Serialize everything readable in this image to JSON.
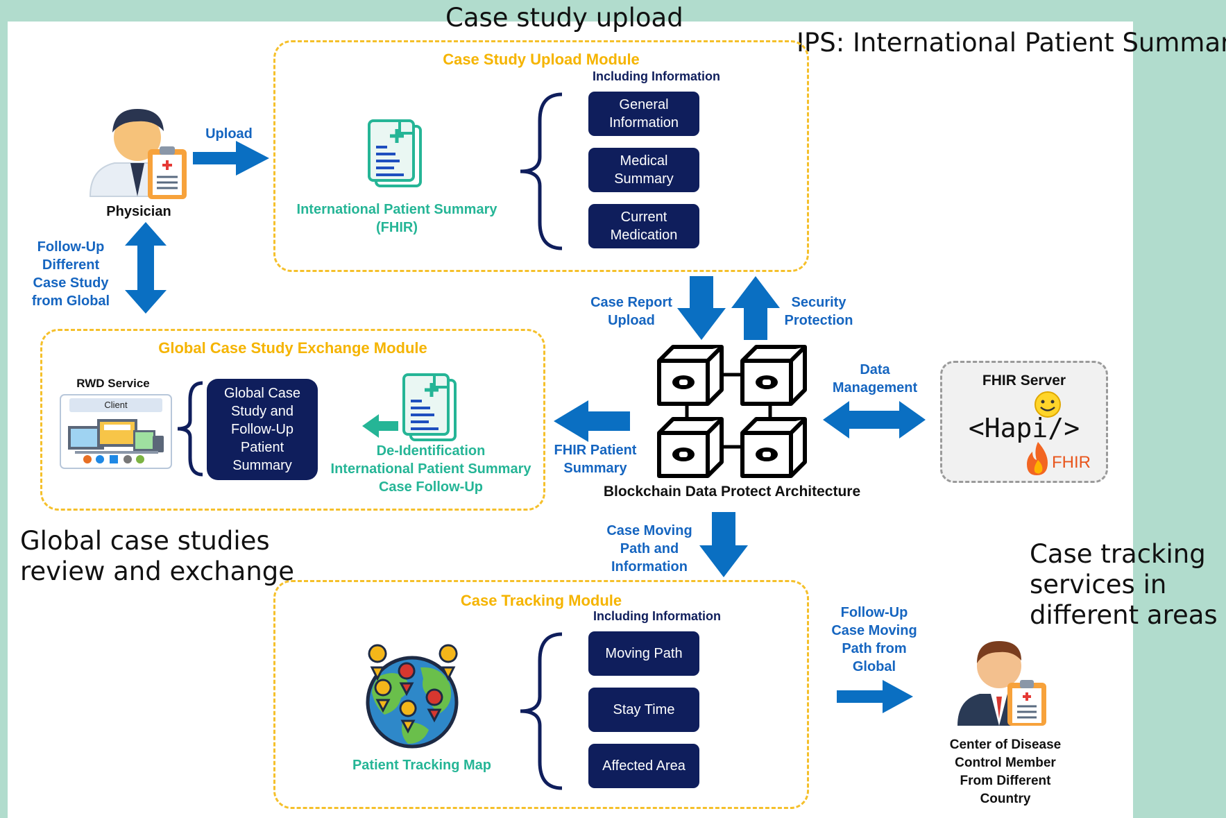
{
  "annotations": {
    "top_title": "Case study upload",
    "ips_note": "IPS: International Patient Summary",
    "global_review": "Global case studies\nreview and exchange",
    "tracking_services": "Case tracking\nservices in\ndifferent areas"
  },
  "physician": {
    "label": "Physician"
  },
  "arrows": {
    "upload": "Upload",
    "follow_up_global": "Follow-Up\nDifferent\nCase Study\nfrom Global",
    "case_report_upload": "Case Report\nUpload",
    "security_protection": "Security\nProtection",
    "data_management": "Data\nManagement",
    "fhir_patient_summary": "FHIR Patient\nSummary",
    "case_moving_path": "Case Moving\nPath and\nInformation",
    "follow_up_moving_path": "Follow-Up\nCase Moving\nPath from\nGlobal"
  },
  "upload_module": {
    "title": "Case Study Upload Module",
    "including": "Including Information",
    "doc_label": "International Patient Summary\n(FHIR)",
    "items": [
      "General\nInformation",
      "Medical\nSummary",
      "Current\nMedication"
    ]
  },
  "exchange_module": {
    "title": "Global Case Study Exchange Module",
    "rwd_label": "RWD Service",
    "client_label": "Client",
    "summary_box": "Global Case\nStudy and\nFollow-Up\nPatient\nSummary",
    "deid_label": "De-Identification\nInternational Patient Summary\nCase Follow-Up"
  },
  "blockchain": {
    "label": "Blockchain Data Protect Architecture"
  },
  "fhir_server": {
    "title": "FHIR Server",
    "hapi": "<Hapi/>",
    "fhir": "FHIR"
  },
  "tracking_module": {
    "title": "Case Tracking Module",
    "including": "Including Information",
    "map_label": "Patient Tracking Map",
    "items": [
      "Moving Path",
      "Stay Time",
      "Affected Area"
    ]
  },
  "cdc": {
    "label": "Center of Disease\nControl Member\nFrom Different\nCountry"
  },
  "colors": {
    "navy": "#0f1e5c",
    "arrow_blue": "#0a6fc2",
    "teal": "#25b596",
    "yellow": "#f5c02b",
    "background": "#b1dccd"
  }
}
